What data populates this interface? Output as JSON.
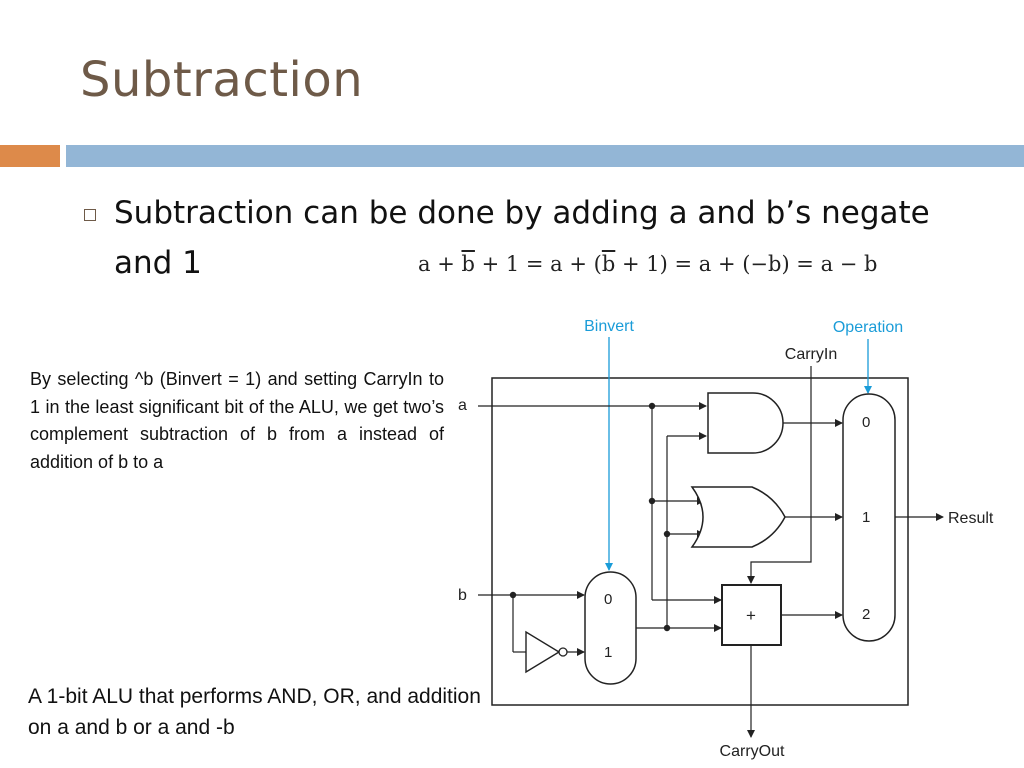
{
  "slide": {
    "title": "Subtraction",
    "bullet": "Subtraction can be done by adding a and b’s negate and 1",
    "equation": {
      "part1": "a + ",
      "b_bar_1": "b",
      "part2": " + 1 = a + (",
      "b_bar_2": "b",
      "part3": " + 1) = a + (−b) = a − b"
    },
    "note": "By selecting ^b (Binvert = 1) and setting CarryIn to 1 in the least significant bit of the ALU, we get two’s complement subtraction of b from a instead of addition of b to a",
    "caption": "A 1-bit ALU that performs AND, OR, and addition on a and b or a and -b"
  },
  "diagram": {
    "label_binvert": "Binvert",
    "label_operation": "Operation",
    "label_carryin": "CarryIn",
    "label_carryout": "CarryOut",
    "label_result": "Result",
    "label_a": "a",
    "label_b": "b",
    "mux_b_inputs": [
      "0",
      "1"
    ],
    "mux_out_inputs": [
      "0",
      "1",
      "2"
    ],
    "adder_symbol": "+",
    "colors": {
      "control_signal": "#1a9cd8",
      "wire": "#222222",
      "title": "#6e5a48",
      "accent_orange": "#dd8a4a",
      "accent_blue": "#93b6d6"
    }
  }
}
